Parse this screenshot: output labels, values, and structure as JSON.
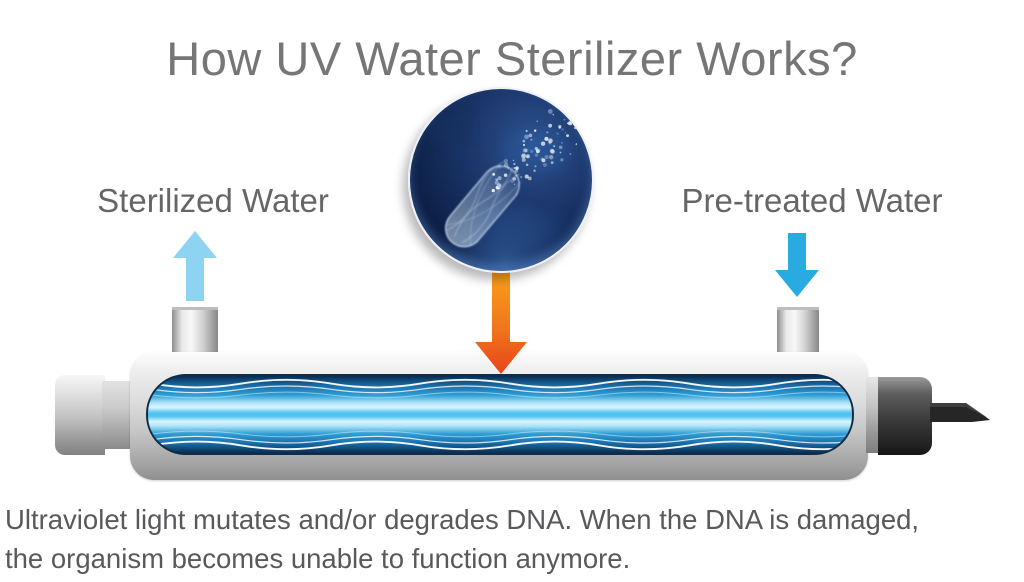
{
  "title": "How UV Water Sterilizer Works?",
  "labels": {
    "left": "Sterilized Water",
    "right": "Pre-treated Water"
  },
  "caption": {
    "line1": "Ultraviolet light mutates and/or degrades DNA. When the DNA is damaged,",
    "line2": "the organism becomes unable to function anymore."
  },
  "icons": {
    "left_arrow": "up-arrow",
    "right_arrow": "down-arrow",
    "uv_arrow": "down-arrow-gradient",
    "inset": "bacterium-destroyed-by-uv"
  },
  "colors": {
    "title_text": "#767676",
    "label_text": "#666666",
    "caption_text": "#58595b",
    "sterilized_arrow": "#8fd3f2",
    "pretreated_arrow": "#29abe2",
    "uv_arrow_top": "#f9a11b",
    "uv_arrow_tip": "#e8441a",
    "water_bright": "#49c0ee",
    "water_dark": "#0a2c4e",
    "steel_light": "#f2f2f2",
    "steel_dark": "#8d8d8d",
    "inset_bg": "#0d2047"
  }
}
